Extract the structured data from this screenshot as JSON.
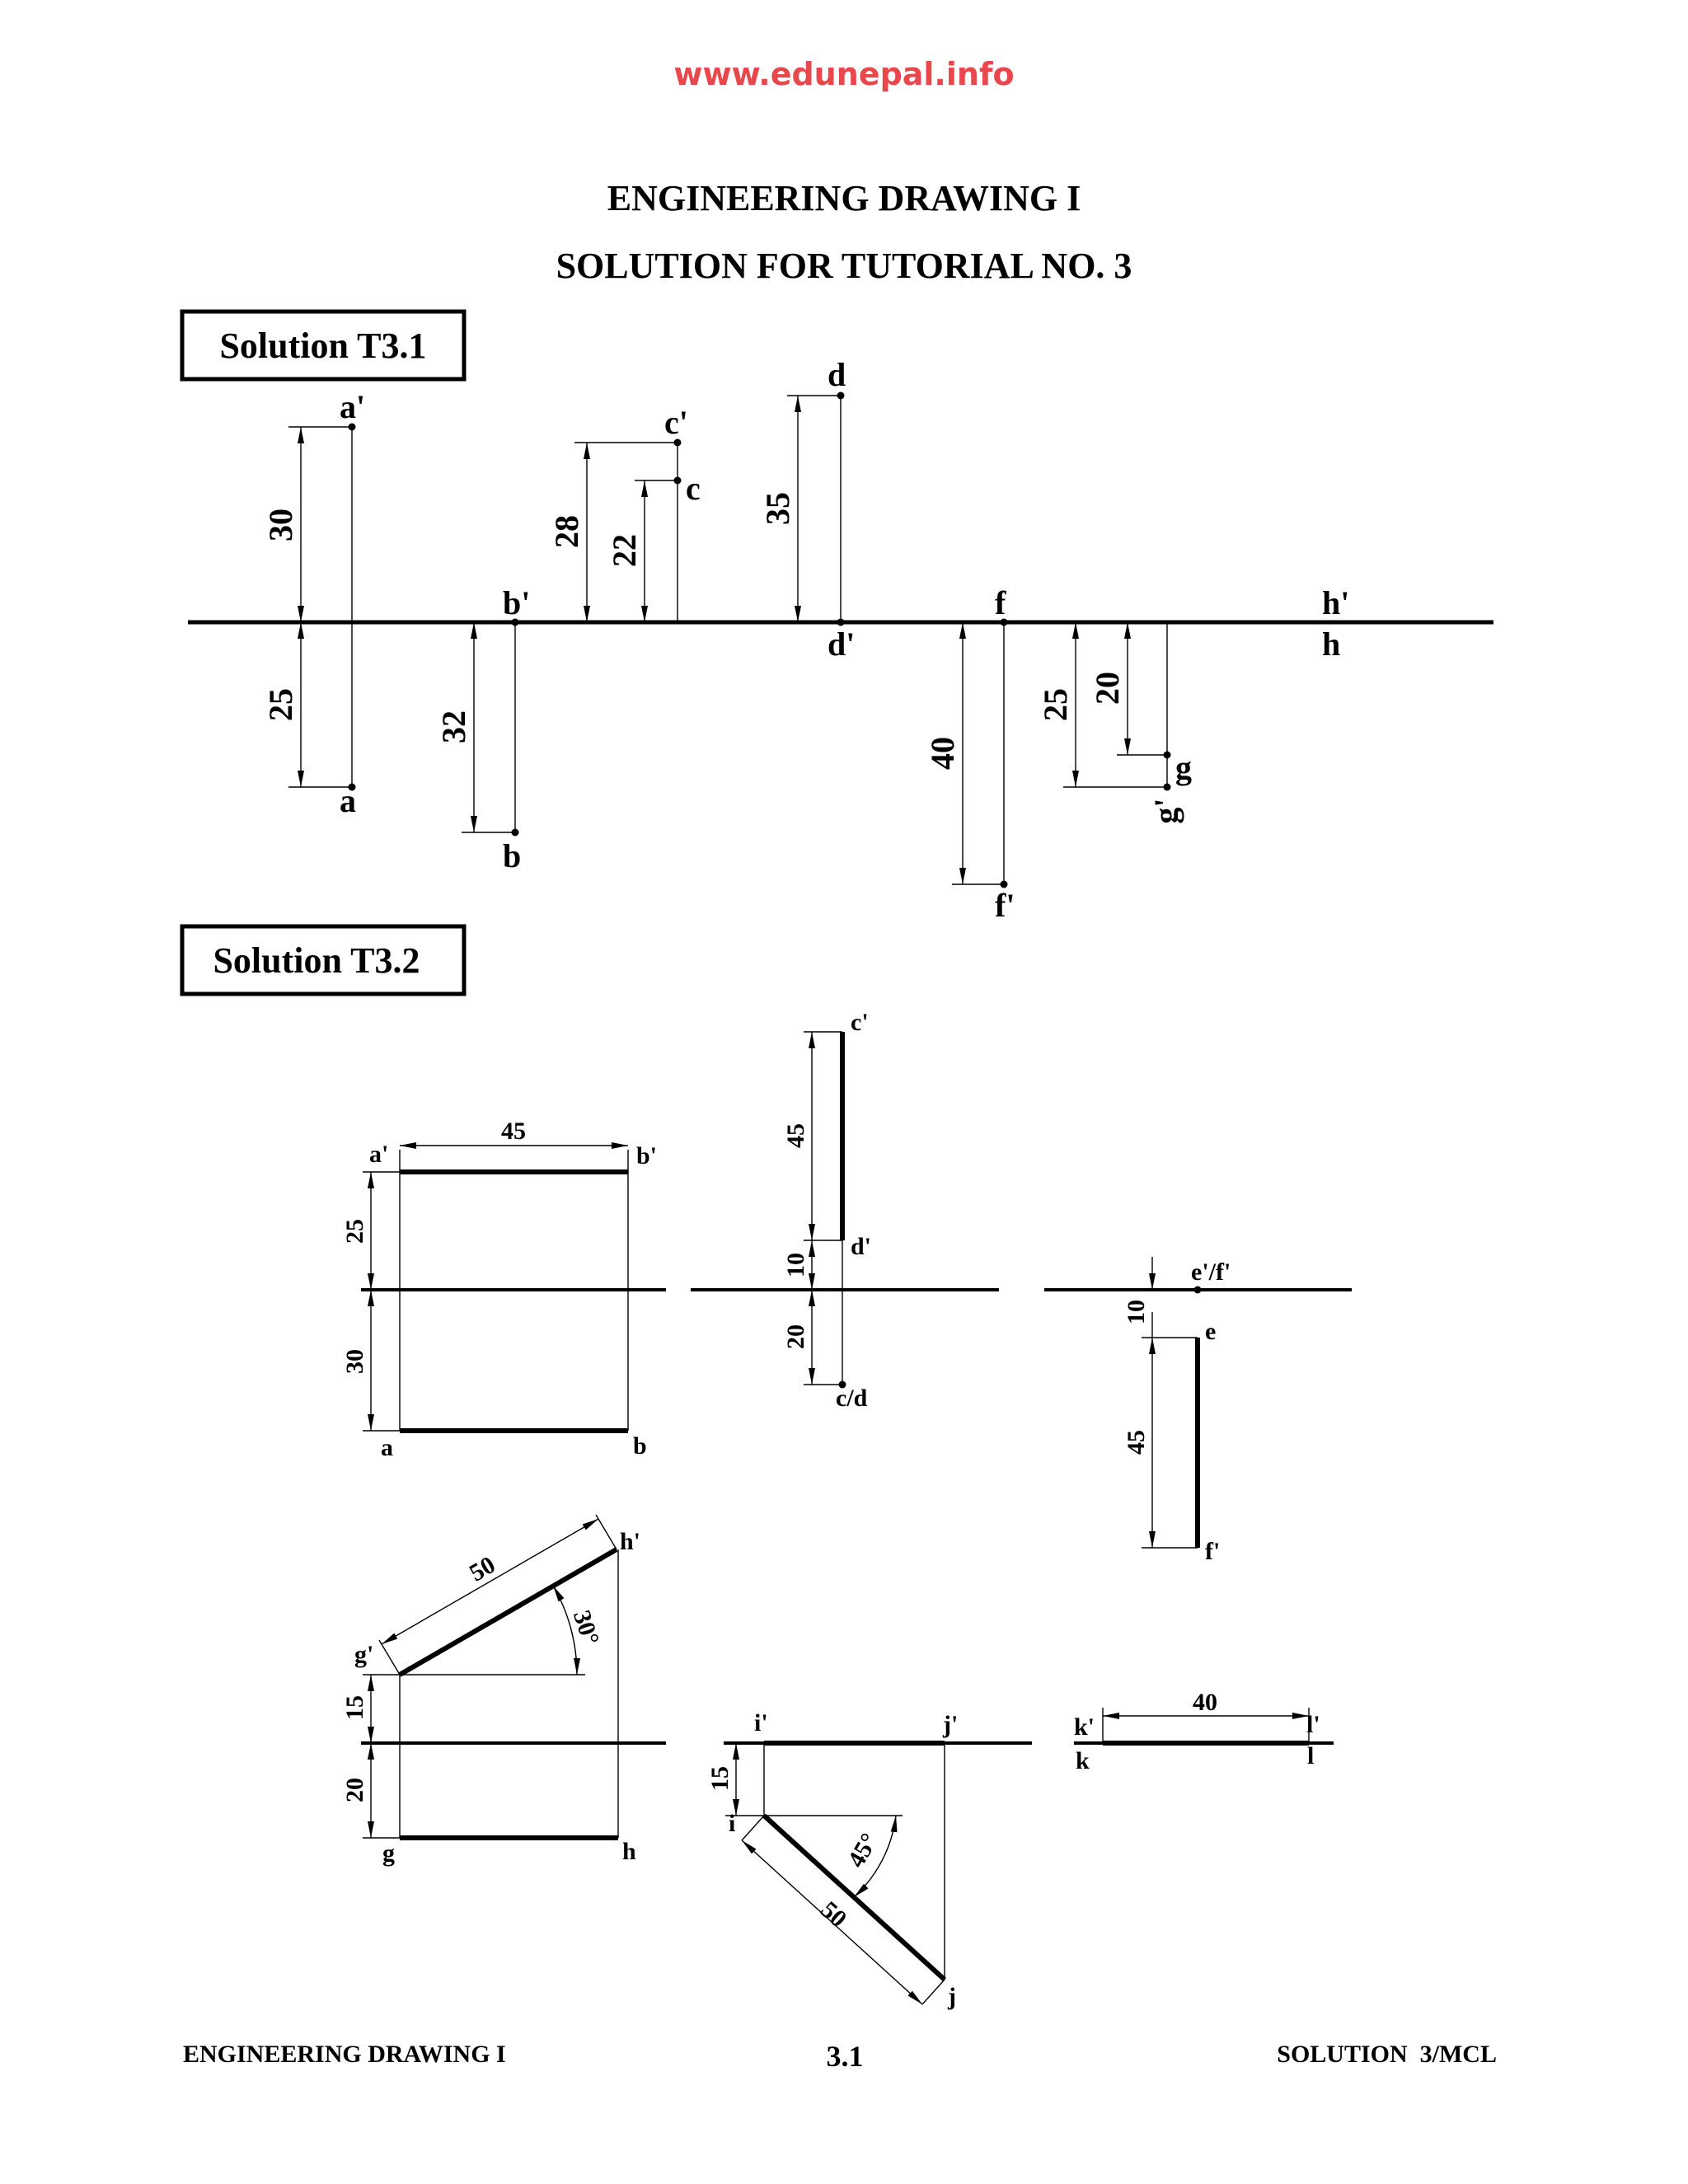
{
  "website": "www.edunepal.info",
  "title": "ENGINEERING DRAWING I",
  "subtitle": "SOLUTION FOR TUTORIAL NO. 3",
  "t31": {
    "box_label": "Solution T3.1",
    "points": {
      "a_front": "a'",
      "a_top": "a",
      "b_front": "b'",
      "b_top": "b",
      "c_front": "c'",
      "c_top": "c",
      "d_top": "d",
      "d_front": "d'",
      "f_top": "f",
      "f_front": "f'",
      "g_top": "g",
      "g_front": "g'",
      "h_front": "h'",
      "h_top": "h"
    },
    "dims": {
      "a_up": "30",
      "a_down": "25",
      "b_down": "32",
      "c_front": "28",
      "c_top": "22",
      "d_up": "35",
      "f_down": "40",
      "g_front": "25",
      "g_top": "20"
    }
  },
  "t32": {
    "box_label": "Solution T3.2",
    "ab": {
      "a_front": "a'",
      "b_front": "b'",
      "a_top": "a",
      "b_top": "b",
      "length": "45",
      "above": "25",
      "below": "30"
    },
    "cd": {
      "c_front": "c'",
      "d_front": "d'",
      "cd_top": "c/d",
      "length": "45",
      "above": "10",
      "below": "20"
    },
    "ef": {
      "ef_front": "e'/f'",
      "e_top": "e",
      "f_top": "f'",
      "gap": "10",
      "length": "45"
    },
    "gh": {
      "g_front": "g'",
      "h_front": "h'",
      "g_top": "g",
      "h_top": "h",
      "length": "50",
      "angle": "30°",
      "above": "15",
      "below": "20"
    },
    "ij": {
      "i_front": "i'",
      "j_front": "j'",
      "i_top": "i",
      "j_top": "j",
      "length": "50",
      "angle": "45°",
      "below": "15"
    },
    "kl": {
      "k_front": "k'",
      "l_front": "l'",
      "k_top": "k",
      "l_top": "l",
      "length": "40"
    }
  },
  "footer": {
    "left": "ENGINEERING DRAWING I",
    "center": "3.1",
    "right": "SOLUTION  3/MCL"
  }
}
